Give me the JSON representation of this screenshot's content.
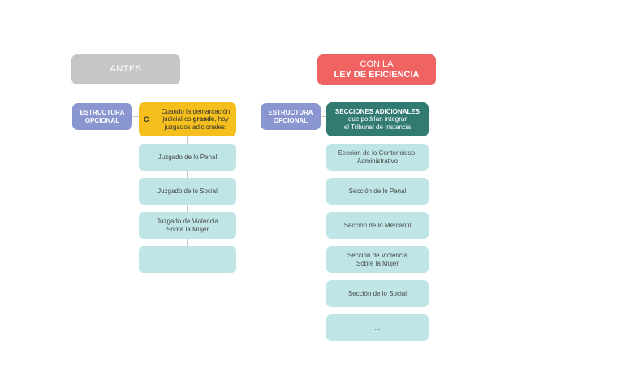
{
  "left": {
    "header": "ANTES",
    "optional_label": [
      "ESTRUCTURA",
      "OPCIONAL"
    ],
    "highlight": {
      "letter": "C",
      "line1": "Cuando la demarcación",
      "line2_pre": "judicial es ",
      "line2_bold": "grande",
      "line2_post": ", hay",
      "line3": "juzgados adicionales:"
    },
    "items": [
      [
        "Juzgado de lo Penal"
      ],
      [
        "Juzgado de lo Social"
      ],
      [
        "Juzgado de Violencia",
        "Sobre la Mujer"
      ],
      [
        "..."
      ]
    ]
  },
  "right": {
    "header": [
      "CON LA",
      "LEY DE EFICIENCIA"
    ],
    "optional_label": [
      "ESTRUCTURA",
      "OPCIONAL"
    ],
    "highlight": {
      "title": "SECCIONES ADICIONALES",
      "line2": "que podrían integrar",
      "line3": "el Tribunal de Instancia"
    },
    "items": [
      [
        "Sección de lo Contencioso-",
        "Administrativo"
      ],
      [
        "Sección de lo Penal"
      ],
      [
        "Sección de lo Mercantil"
      ],
      [
        "Sección de Violencia",
        "Sobre la Mujer"
      ],
      [
        "Sección de lo Social"
      ],
      [
        "..."
      ]
    ]
  },
  "colors": {
    "header_left": "#c6c6c6",
    "header_right": "#f06363",
    "optional": "#8a96cf",
    "highlight_left": "#f5c01d",
    "highlight_right": "#317b72",
    "item": "#bfe5e6"
  }
}
